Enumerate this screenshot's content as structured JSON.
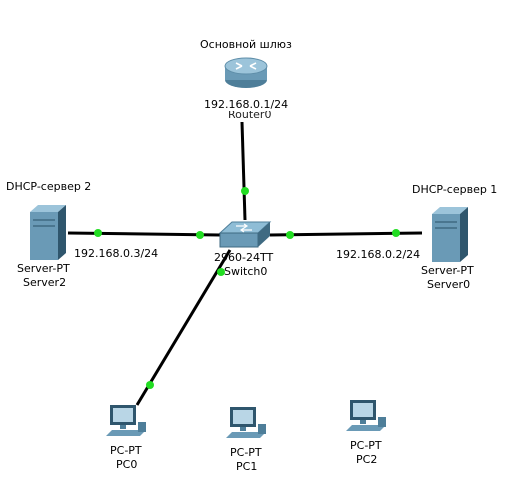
{
  "annotations": {
    "gateway": "Основной шлюз",
    "dhcp2": "DHCP-сервер 2",
    "dhcp1": "DHCP-сервер 1",
    "router_ip": "192.168.0.1/24",
    "server2_ip": "192.168.0.3/24",
    "server0_ip": "192.168.0.2/24"
  },
  "devices": {
    "router": {
      "name": "Router0",
      "icon": "router-icon"
    },
    "switch": {
      "model": "2960-24TT",
      "name": "Switch0",
      "icon": "switch-icon"
    },
    "server2": {
      "model": "Server-PT",
      "name": "Server2",
      "icon": "server-icon"
    },
    "server0": {
      "model": "Server-PT",
      "name": "Server0",
      "icon": "server-icon"
    },
    "pc0": {
      "model": "PC-PT",
      "name": "PC0",
      "icon": "pc-icon"
    },
    "pc1": {
      "model": "PC-PT",
      "name": "PC1",
      "icon": "pc-icon"
    },
    "pc2": {
      "model": "PC-PT",
      "name": "PC2",
      "icon": "pc-icon"
    }
  },
  "colors": {
    "link": "#000000",
    "port_up": "#22dd22",
    "device_blue": "#6a9ab6",
    "device_dark": "#2f566d"
  }
}
